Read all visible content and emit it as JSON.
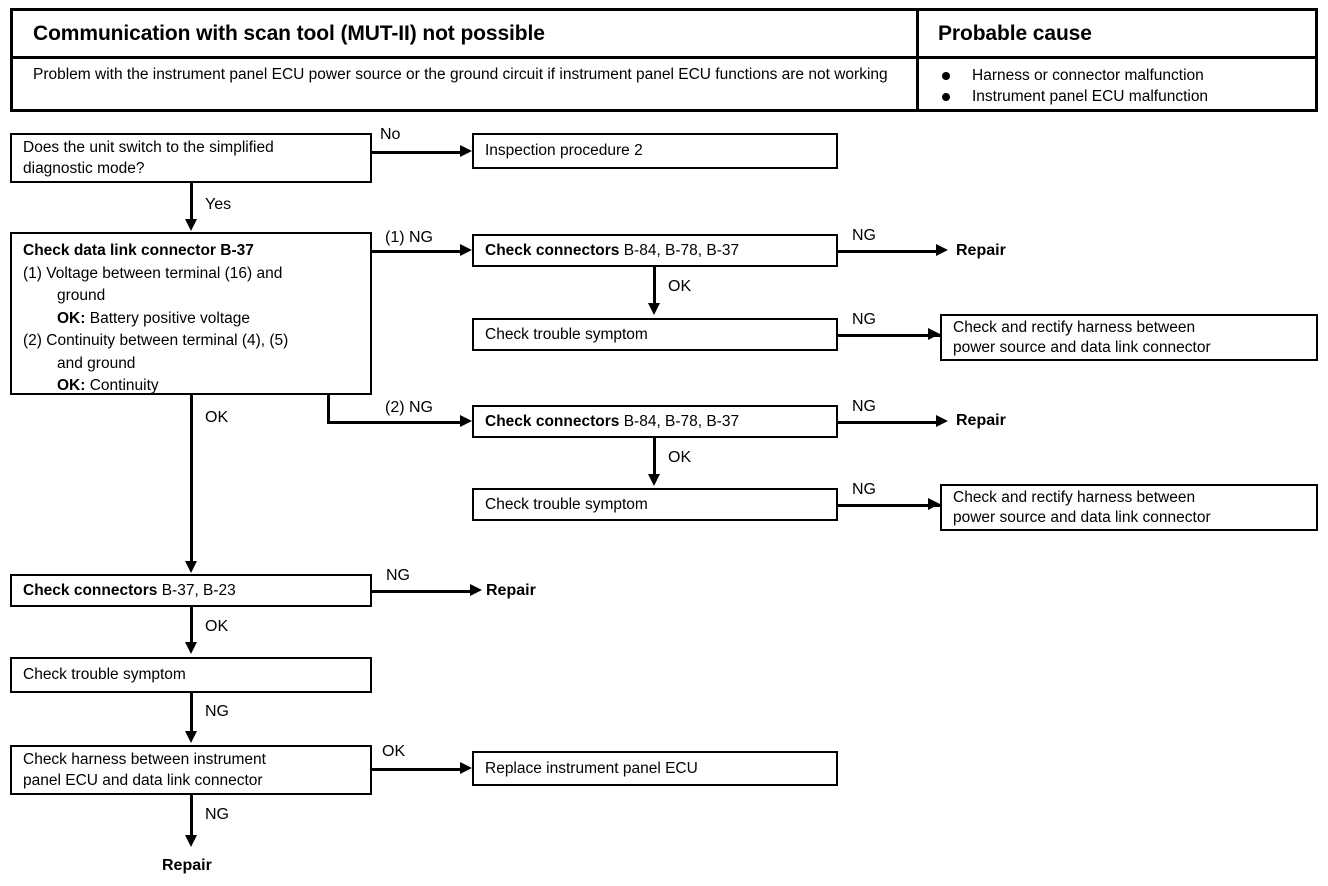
{
  "header": {
    "symptom_title": "Communication with scan tool (MUT-II) not possible",
    "cause_title": "Probable cause",
    "symptom_body": "Problem with the instrument panel ECU power source or the ground circuit if instrument panel ECU functions  are  not  working",
    "causes": [
      "Harness  or  connector  malfunction",
      "Instrument   panel  ECU  malfunction"
    ]
  },
  "nodes": {
    "unit_switch_question_l1": "Does  the  unit  switch  to  the  simplified",
    "unit_switch_question_l2": "diagnostic  mode?",
    "inspection_procedure": "Inspection procedure 2",
    "check_dlc_title": "Check data link connector B-37",
    "check_dlc_l1": "(1) Voltage between terminal (16) and",
    "check_dlc_l2": "ground",
    "check_dlc_l3_bold": "OK:",
    "check_dlc_l3_rest": "Battery  positive  voltage",
    "check_dlc_l4": "(2) Continuity between terminal (4), (5)",
    "check_dlc_l5": "and  ground",
    "check_dlc_l6_bold": "OK:",
    "check_dlc_l6_rest": "Continuity",
    "check_connectors_bold": "Check connectors",
    "check_connectors_1_ids": "B-84, B-78, B-37",
    "check_connectors_2_ids": "B-84, B-78, B-37",
    "check_connectors_3_ids": "B-37, B-23",
    "check_trouble_symptom": "Check trouble symptom",
    "rectify_harness_l1": "Check   and   rectify   harness   between",
    "rectify_harness_l2": "power source and data link connector",
    "check_harness_l1": "Check   harness   between   instrument",
    "check_harness_l2": "panel ECU and data link connector",
    "replace_ecu": "Replace instrument panel ECU",
    "repair": "Repair"
  },
  "edge_labels": {
    "no": "No",
    "yes": "Yes",
    "ok": "OK",
    "ng": "NG",
    "ng1": "(1)  NG",
    "ng2": "(2)  NG"
  },
  "colors": {
    "line": "#000000",
    "background": "#ffffff"
  }
}
